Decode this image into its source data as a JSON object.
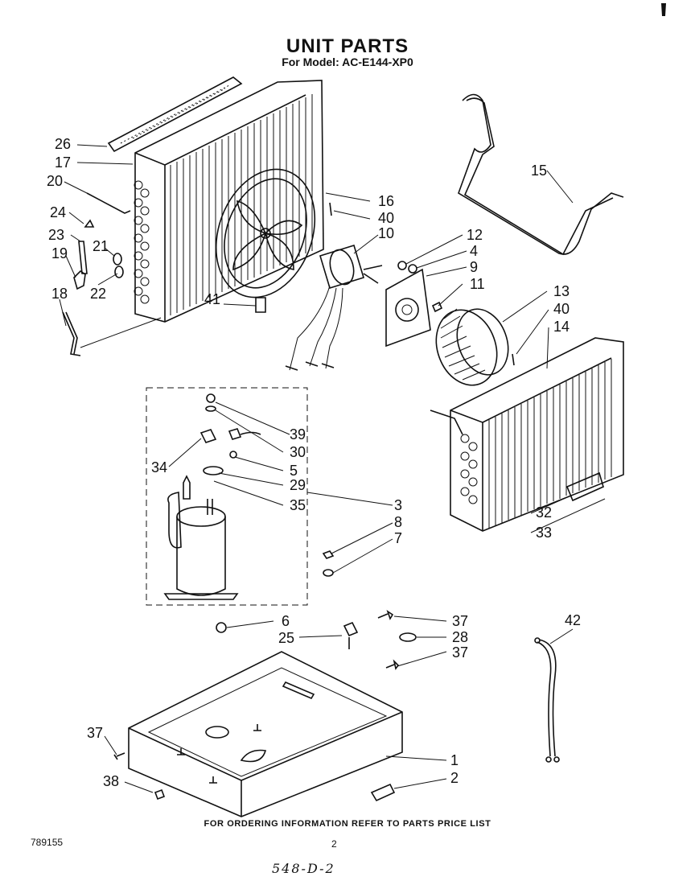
{
  "header": {
    "title": "UNIT PARTS",
    "subtitle": "For Model: AC-E144-XP0"
  },
  "callouts": {
    "c1": "1",
    "c2": "2",
    "c3": "3",
    "c4": "4",
    "c5": "5",
    "c6": "6",
    "c7": "7",
    "c8": "8",
    "c9": "9",
    "c10": "10",
    "c11": "11",
    "c12": "12",
    "c13": "13",
    "c14": "14",
    "c15": "15",
    "c16": "16",
    "c17": "17",
    "c18": "18",
    "c19": "19",
    "c20": "20",
    "c21": "21",
    "c22": "22",
    "c23": "23",
    "c24": "24",
    "c25": "25",
    "c26": "26",
    "c28": "28",
    "c29": "29",
    "c30": "30",
    "c32": "32",
    "c33": "33",
    "c34": "34",
    "c35": "35",
    "c37a": "37",
    "c37b": "37",
    "c37c": "37",
    "c38": "38",
    "c39": "39",
    "c40a": "40",
    "c40b": "40",
    "c41": "41",
    "c42": "42"
  },
  "footer": {
    "ordering_note": "FOR ORDERING INFORMATION REFER TO PARTS PRICE LIST",
    "doc_number": "789155",
    "page_number": "2",
    "handwritten_note": "548-D-2"
  }
}
